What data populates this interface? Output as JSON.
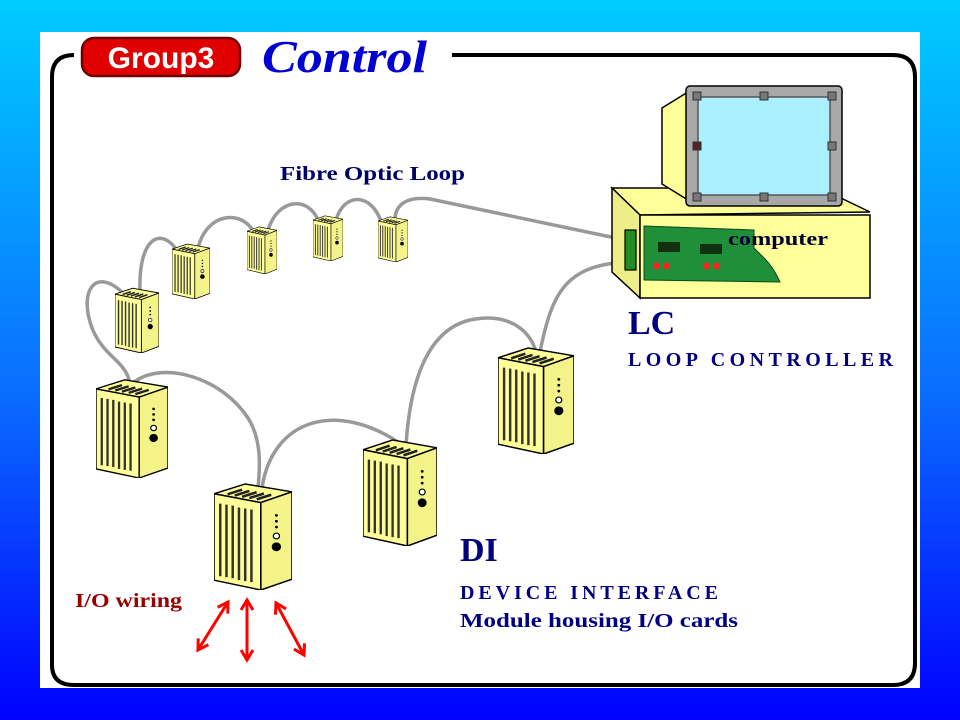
{
  "slide": {
    "title_badge": "Group3",
    "title": "Control"
  },
  "labels": {
    "fibre_optic_loop": "Fibre Optic Loop",
    "computer": "computer",
    "lc": "LC",
    "loop_controller": "LOOP CONTROLLER",
    "di": "DI",
    "device_interface": "DEVICE INTERFACE",
    "module_housing": "Module housing I/O cards",
    "io_wiring": "I/O wiring"
  },
  "icons": {
    "loop_nodes": "device-interface-unit-icon",
    "computer": "computer-icon",
    "io_arrows": "double-arrow-icon"
  },
  "colors": {
    "background_top": "#00ccff",
    "background_bottom": "#0000ff",
    "badge": "#e00000",
    "title": "#0000d0",
    "label": "#000066",
    "io_wiring": "#990000",
    "unit_fill": "#ffff99",
    "cable": "#999999",
    "arrows": "#ff0000"
  }
}
